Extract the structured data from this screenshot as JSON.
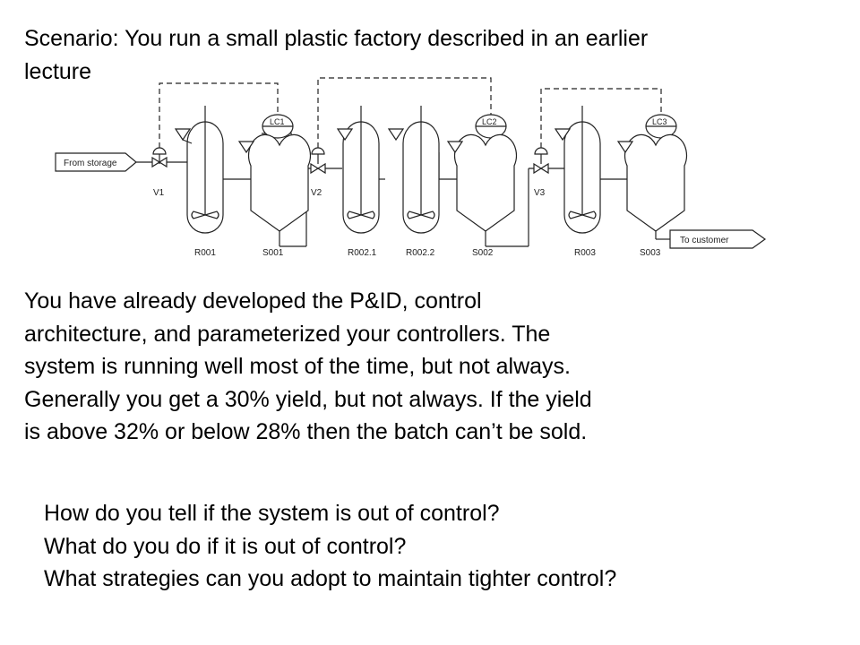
{
  "heading": {
    "lines": [
      "Scenario: You run a small plastic factory described in an earlier",
      "lecture"
    ]
  },
  "diagram": {
    "inlet_label": "From storage",
    "outlet_label": "To customer",
    "valves": [
      "V1",
      "V2",
      "V3"
    ],
    "controllers": [
      "LC1",
      "LC2",
      "LC3"
    ],
    "vessels": [
      "R001",
      "S001",
      "R002.1",
      "R002.2",
      "S002",
      "R003",
      "S003"
    ]
  },
  "body": {
    "lines": [
      "You have already developed the P&ID, control",
      "architecture, and parameterized your controllers.  The",
      "system is running well most of the time, but not always.",
      "Generally you get a 30% yield, but not always.  If the yield",
      "is above 32% or below 28% then the batch can’t be sold."
    ]
  },
  "questions": {
    "lines": [
      "How do you tell if the system is out of control?",
      "What do you do if it is out of control?",
      "What strategies can you adopt to maintain tighter control?"
    ]
  }
}
